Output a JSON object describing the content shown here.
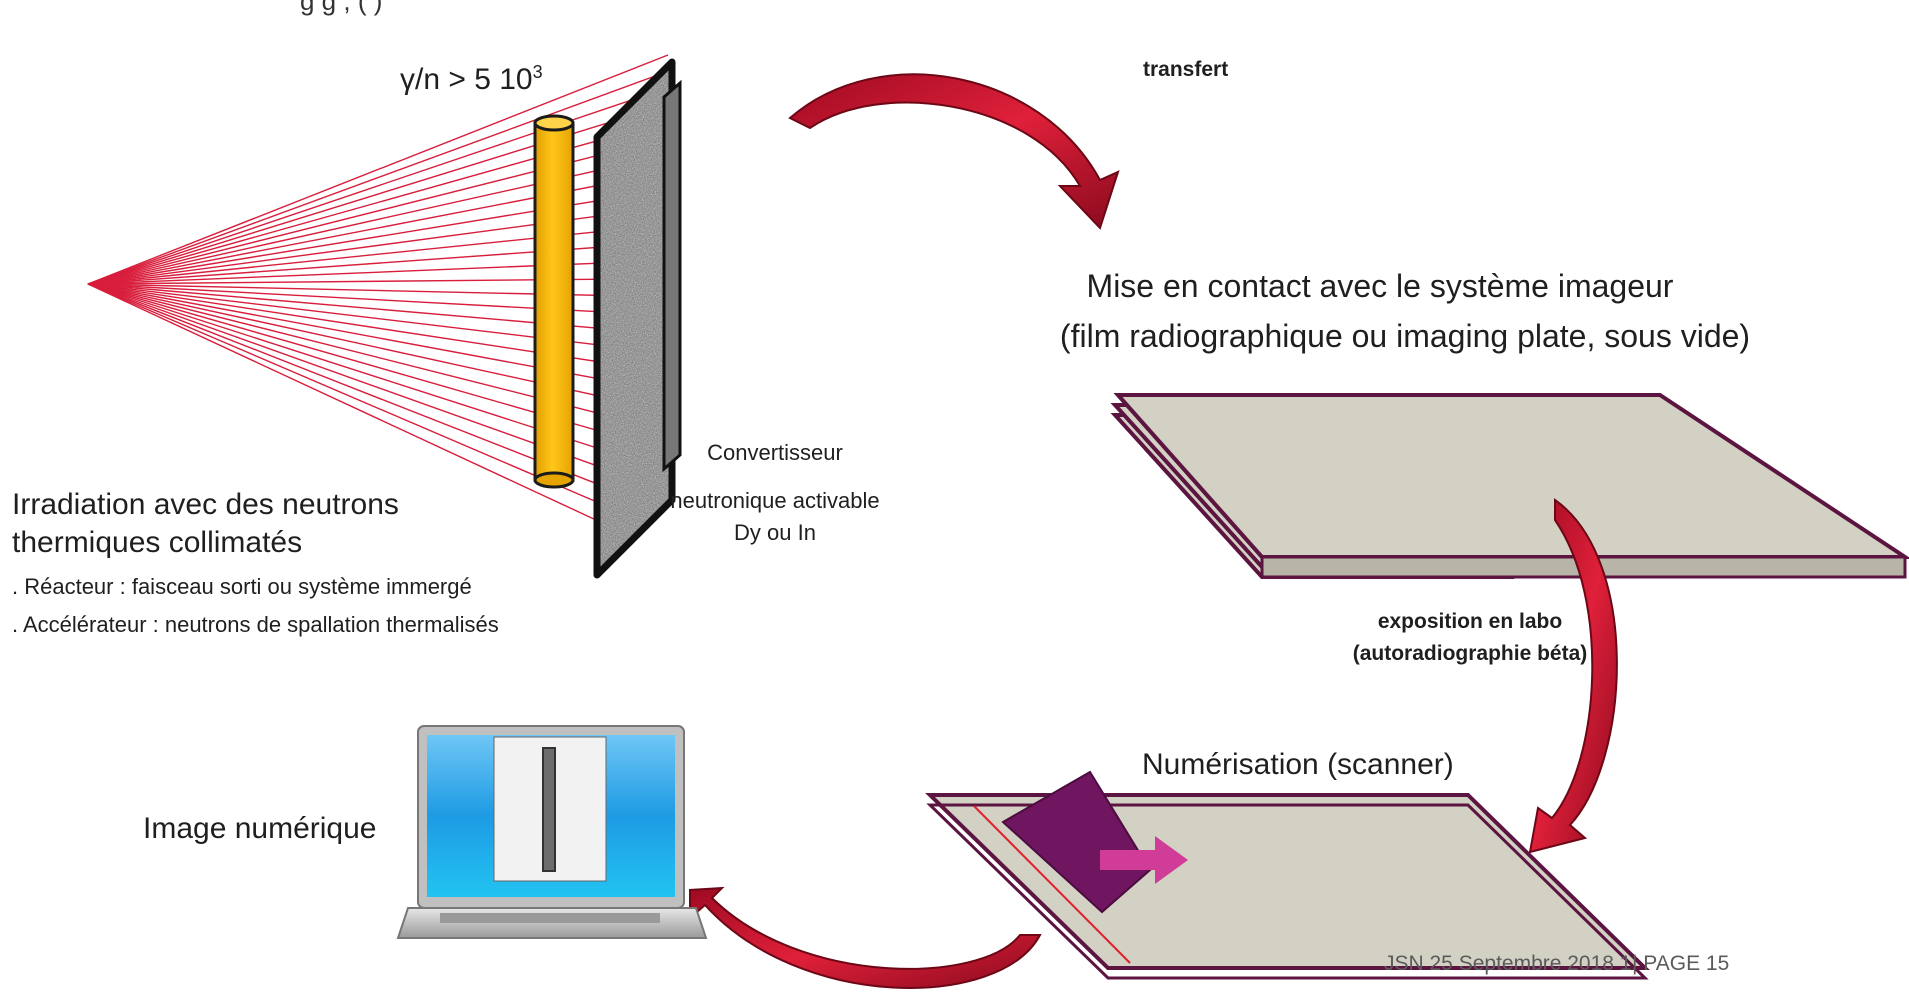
{
  "top_caption_partial": "g  g    ,    (    )",
  "ratio_label": {
    "base": "γ/n > 5 10",
    "sup": "3"
  },
  "transfer_label": "transfert",
  "contact_title": {
    "line1": "Mise en contact avec le système imageur",
    "line2": "(film radiographique ou imaging plate, sous vide)"
  },
  "converter_label": {
    "line1": "Convertisseur",
    "line2": "neutronique activable",
    "line3": "Dy ou In"
  },
  "irradiation": {
    "line1": "Irradiation avec des neutrons",
    "line2": "thermiques collimatés",
    "bullet1": ". Réacteur : faisceau sorti ou système immergé",
    "bullet2": ". Accélérateur : neutrons de spallation thermalisés"
  },
  "exposure_label": {
    "line1": "exposition en labo",
    "line2": "(autoradiographie béta)"
  },
  "digitization_label": "Numérisation (scanner)",
  "digital_image_label": "Image numérique",
  "footer": {
    "event": "JSN 25 Septembre 2018 1.",
    "page": "| PAGE 15"
  },
  "colors": {
    "beam": "#d81e3c",
    "rod": "#f5b800",
    "arrow": "#c8102e",
    "plate": "#d3d0c4",
    "plate_border": "#5b1540",
    "scanner": "#701560",
    "scan_arrow": "#d13c98",
    "laptop_screen": "#1ea0e6"
  }
}
